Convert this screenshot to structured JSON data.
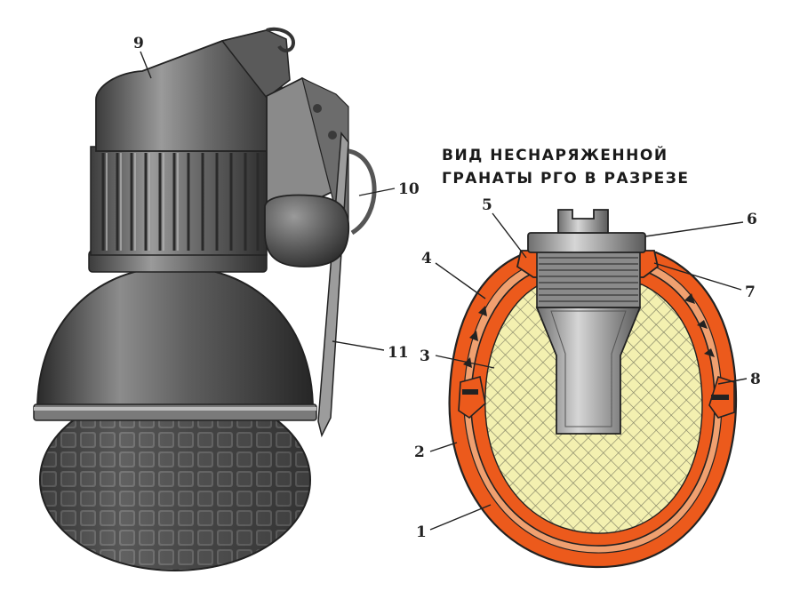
{
  "caption": {
    "line1": "ВИД НЕСНАРЯЖЕННОЙ",
    "line2": "ГРАНАТЫ РГО В РАЗРЕЗЕ"
  },
  "labels": {
    "n1": "1",
    "n2": "2",
    "n3": "3",
    "n4": "4",
    "n5": "5",
    "n6": "6",
    "n7": "7",
    "n8": "8",
    "n9": "9",
    "n10": "10",
    "n11": "11"
  },
  "colors": {
    "shell_orange": "#ec5a1c",
    "filler_yellow": "#f3f0b0",
    "metal_dark": "#4a4a4a",
    "metal_light": "#b8b8b8"
  }
}
